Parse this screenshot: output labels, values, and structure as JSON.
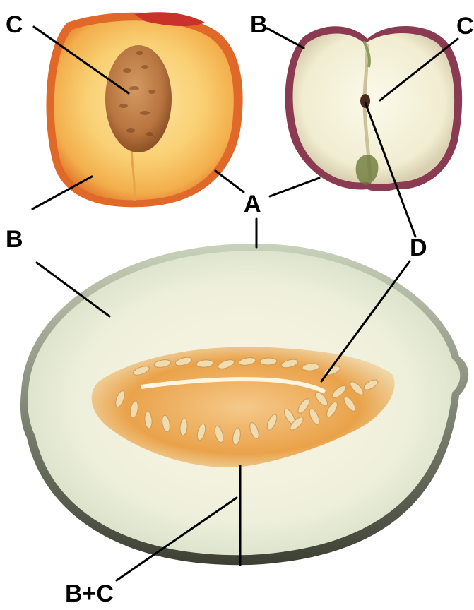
{
  "labels": {
    "peach_c": "C",
    "peach_b": "B",
    "apple_b": "B",
    "apple_c": "C",
    "pericarp_a": "A",
    "melon_b": "B",
    "seed_d": "D",
    "melon_bc": "B+C"
  }
}
